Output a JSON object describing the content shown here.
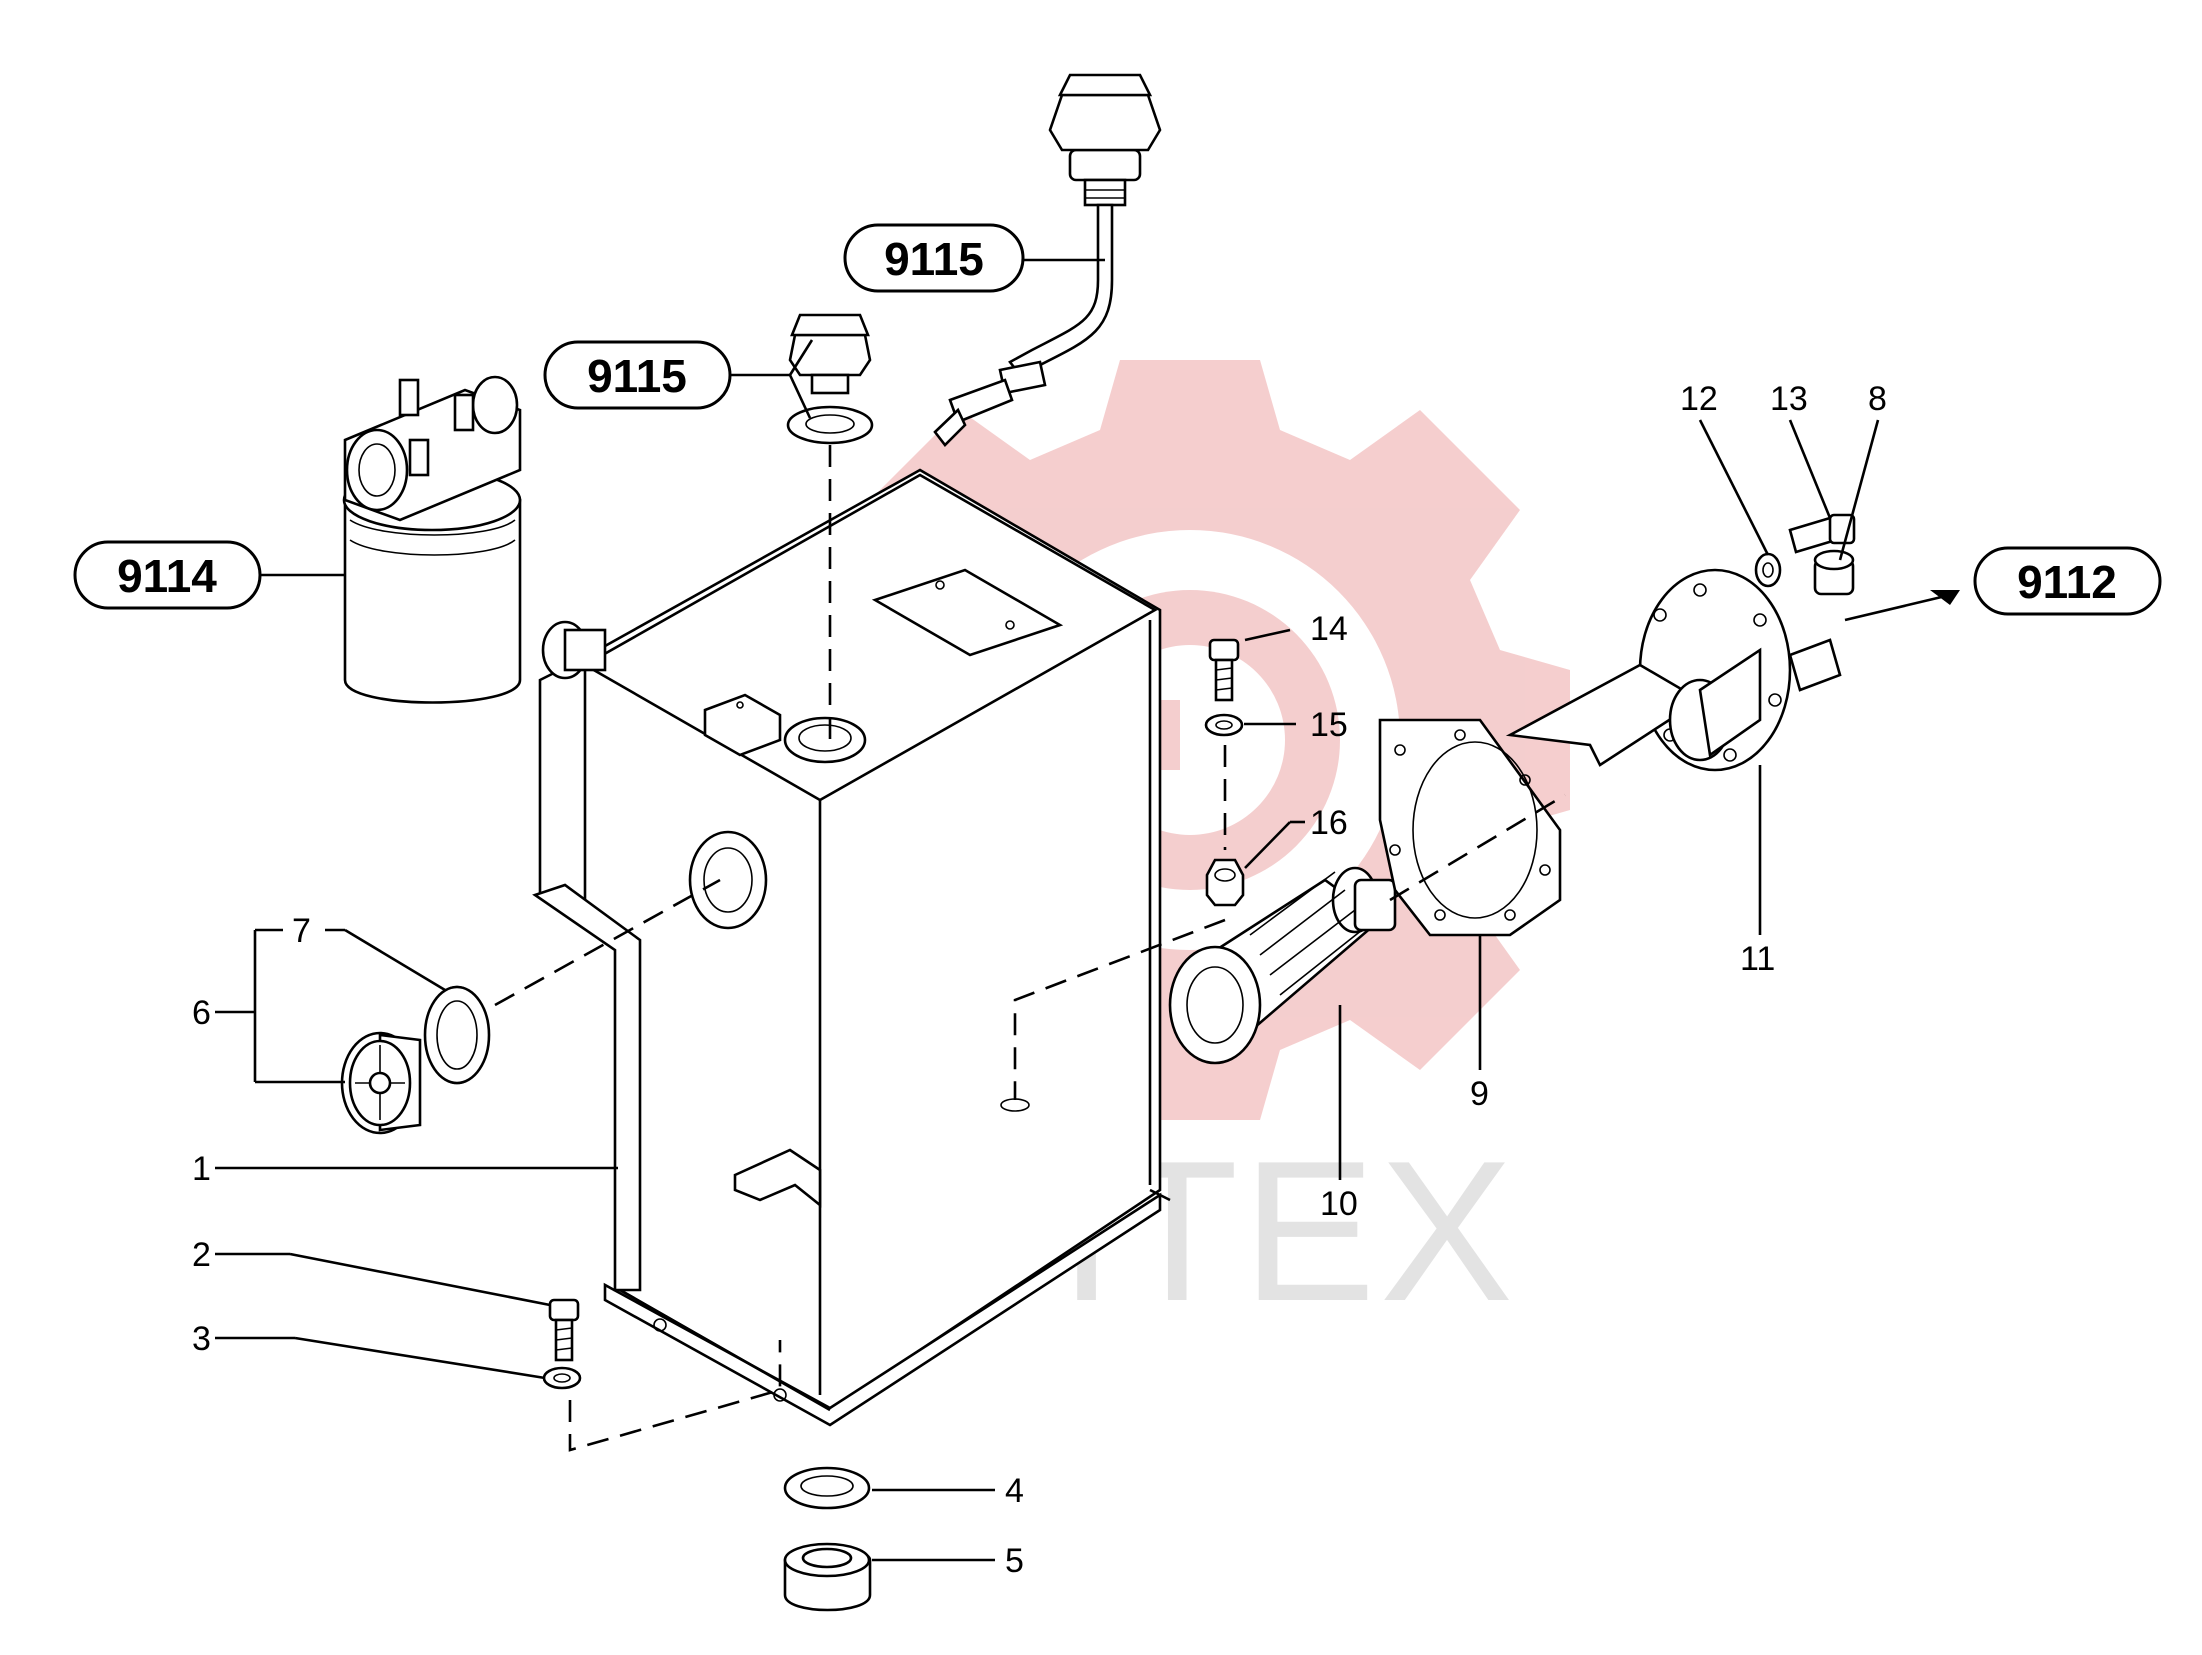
{
  "watermark": {
    "text": "ИНТЕХ",
    "logo_color": "#f3c6c6",
    "text_color": "#e3e3e3"
  },
  "callouts": [
    "9115",
    "9115",
    "9114",
    "9112"
  ],
  "part_numbers": [
    "1",
    "2",
    "3",
    "4",
    "5",
    "6",
    "7",
    "8",
    "9",
    "10",
    "11",
    "12",
    "13",
    "14",
    "15",
    "16"
  ],
  "colors": {
    "line": "#000000",
    "background": "#ffffff"
  }
}
